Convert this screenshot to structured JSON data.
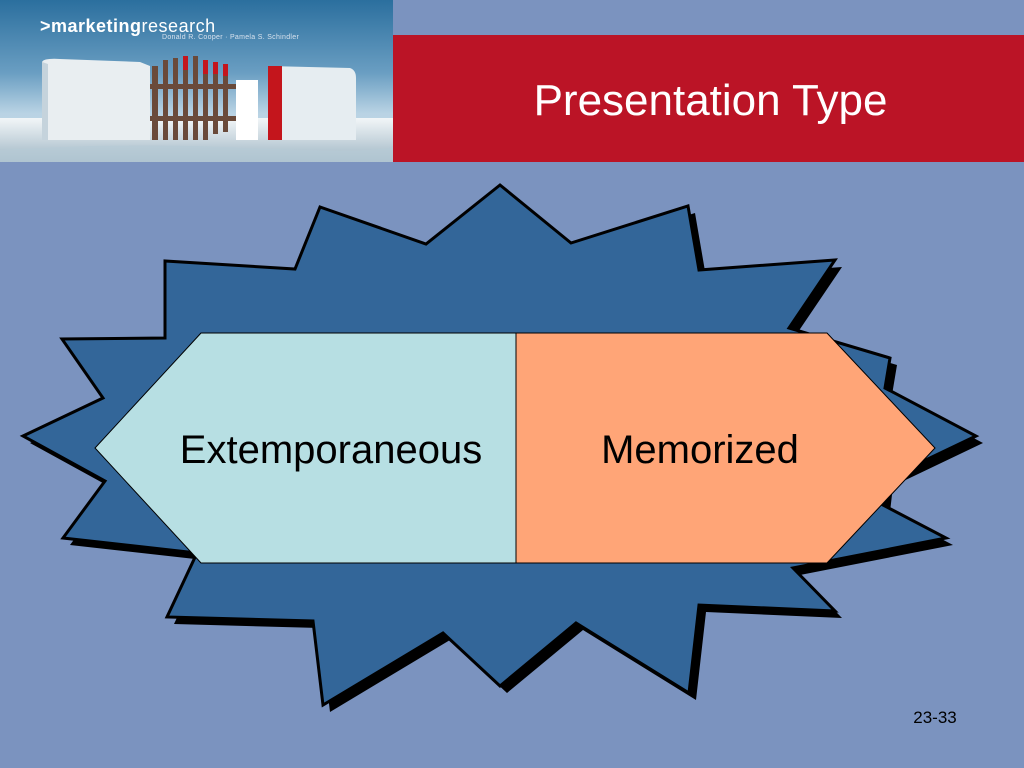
{
  "header": {
    "brand_bold": ">marketing",
    "brand_light": "research",
    "authors": "Donald R. Cooper  ·  Pamela S. Schindler",
    "title": "Presentation Type"
  },
  "diagram": {
    "left_label": "Extemporaneous",
    "right_label": "Memorized",
    "colors": {
      "starburst": "#336699",
      "left_fill": "#b7dfe3",
      "right_fill": "#ffa577",
      "background": "#7b93bf",
      "title_bar": "#bb1426"
    }
  },
  "footer": {
    "slide_number": "23-33"
  }
}
